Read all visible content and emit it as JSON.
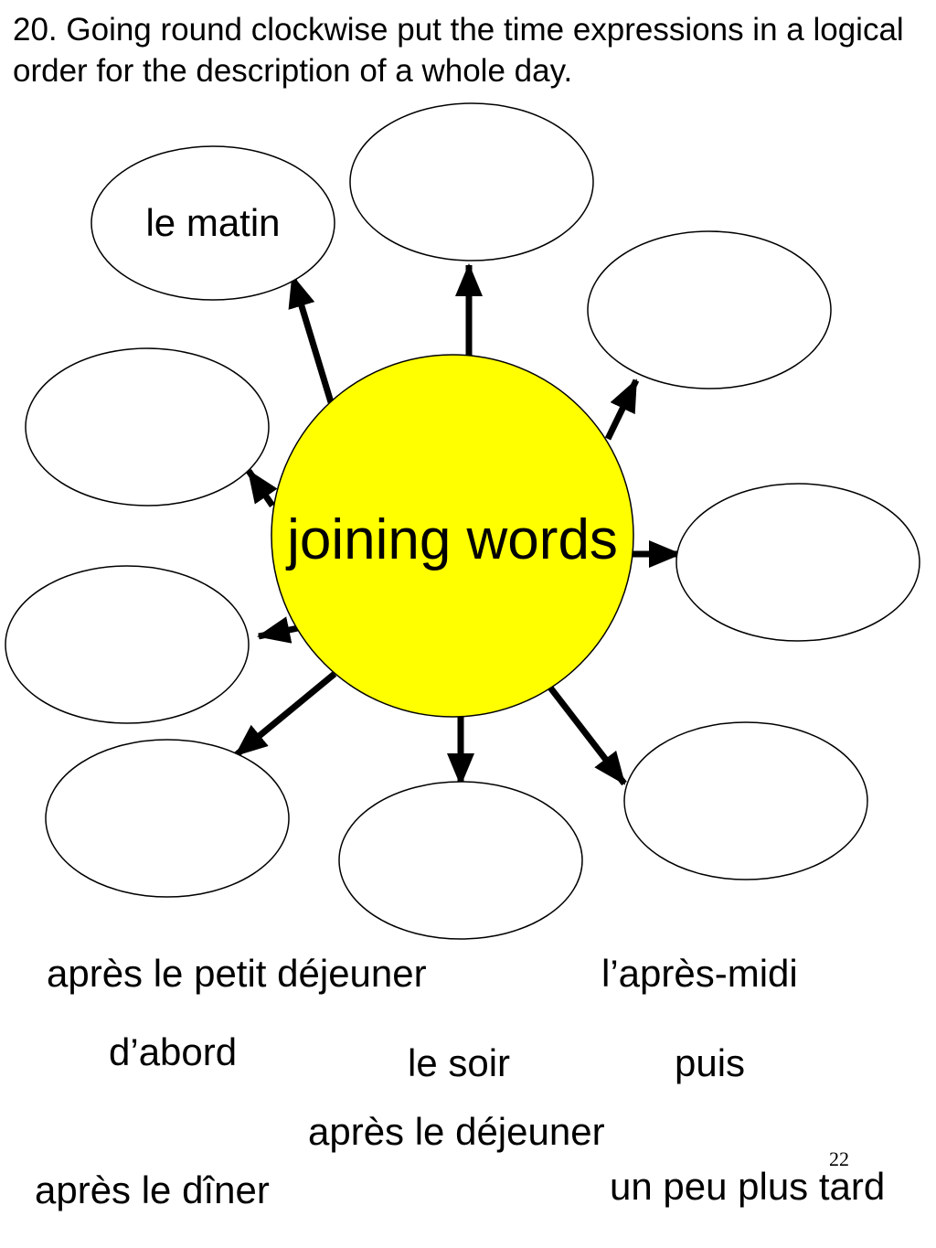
{
  "instruction": "20.  Going round clockwise put the time expressions in a logical order for the description of a whole day.",
  "diagram": {
    "center_label": "joining words",
    "center_fill": "#ffff00",
    "bubble_labels": [
      "le matin",
      "",
      "",
      "",
      "",
      "",
      "",
      "",
      "",
      ""
    ]
  },
  "word_bank": [
    "après le petit déjeuner",
    "l’après-midi",
    "d’abord",
    "le soir",
    "puis",
    "après le déjeuner",
    "après le dîner",
    "un peu plus tard"
  ],
  "page_number": "22"
}
